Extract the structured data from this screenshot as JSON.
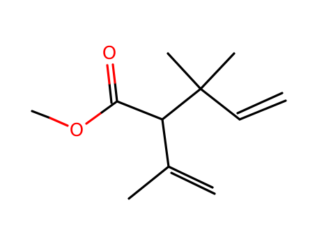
{
  "molecule": {
    "atoms": [
      {
        "id": "O1",
        "element": "O",
        "label": "O",
        "color": "#ff0000"
      },
      {
        "id": "O2",
        "element": "O",
        "label": "O",
        "color": "#ff0000"
      }
    ],
    "bond_color": "#000000",
    "hetero_color": "#ff0000"
  }
}
